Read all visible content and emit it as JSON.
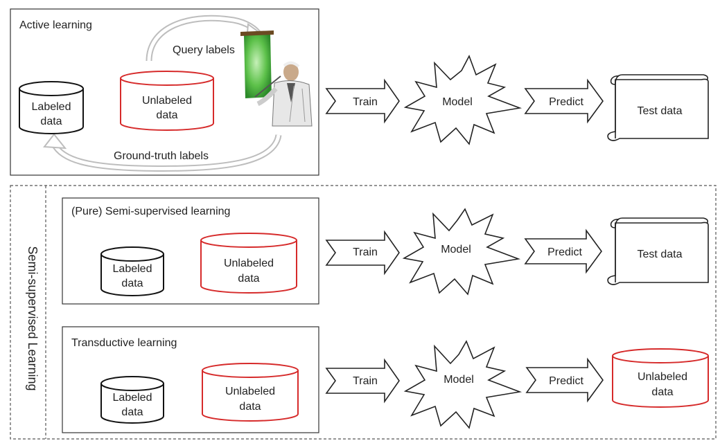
{
  "active": {
    "title": "Active learning",
    "query_labels": "Query labels",
    "ground_truth_labels": "Ground-truth labels",
    "labeled": [
      "Labeled",
      "data"
    ],
    "unlabeled": [
      "Unlabeled",
      "data"
    ]
  },
  "semi": {
    "side_label": "Semi-supervised Learning",
    "pure": {
      "title": "(Pure) Semi-supervised learning",
      "labeled": [
        "Labeled",
        "data"
      ],
      "unlabeled": [
        "Unlabeled",
        "data"
      ]
    },
    "transductive": {
      "title": "Transductive learning",
      "labeled": [
        "Labeled",
        "data"
      ],
      "unlabeled": [
        "Unlabeled",
        "data"
      ]
    }
  },
  "pipeline": {
    "train": "Train",
    "model": "Model",
    "predict": "Predict",
    "test_data": "Test data",
    "unlabeled_output": [
      "Unlabeled",
      "data"
    ]
  },
  "colors": {
    "labeled_outline": "#111111",
    "unlabeled_outline": "#d62a2a",
    "box_outline": "#333333",
    "arrow_gray": "#bdbdbd",
    "board_green": "#3fa33a"
  },
  "icons": {
    "teacher": "teacher-pointing-at-board-icon",
    "scroll": "scroll-document-icon"
  }
}
